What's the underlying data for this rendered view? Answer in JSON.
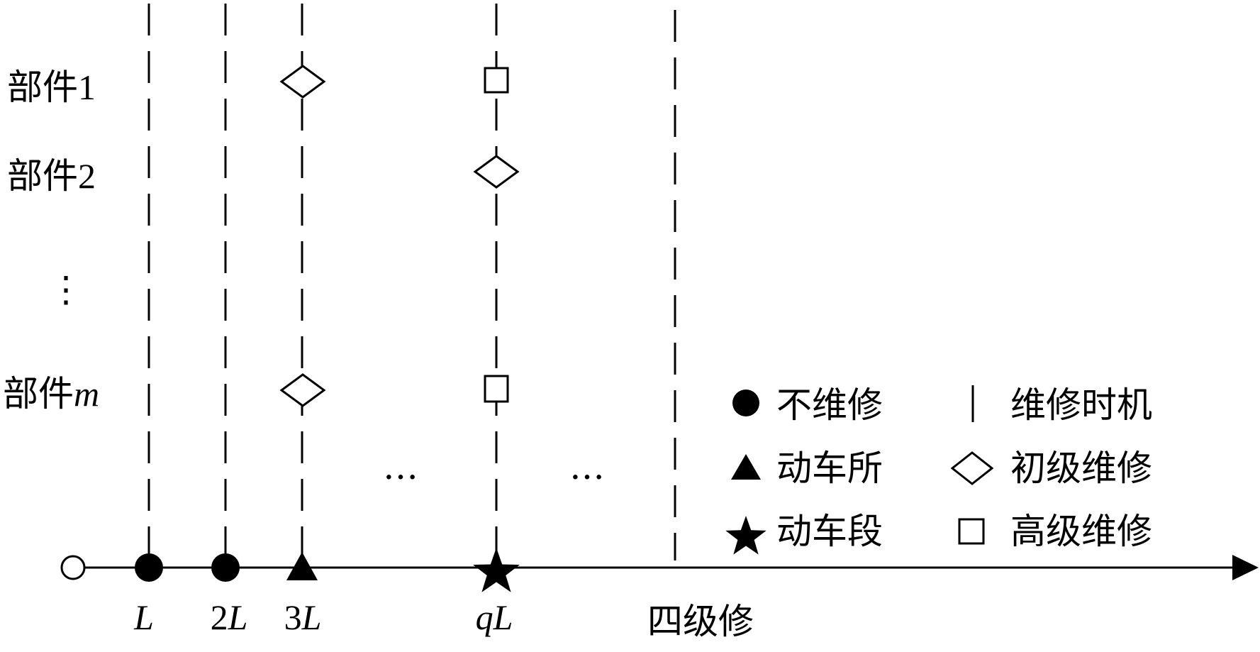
{
  "components": [
    {
      "prefix": "部件",
      "suffix": "1",
      "suffix_italic": false
    },
    {
      "prefix": "部件",
      "suffix": "2",
      "suffix_italic": false
    },
    {
      "prefix": "部件",
      "suffix": "m",
      "suffix_italic": true
    }
  ],
  "vertical_ellipsis": "⋮",
  "axis_ticks": [
    {
      "coef": "",
      "var": "L"
    },
    {
      "coef": "2",
      "var": "L"
    },
    {
      "coef": "3",
      "var": "L"
    },
    {
      "coef": "q",
      "var": "L"
    }
  ],
  "axis_end_label": "四级修",
  "gap_ellipsis": "…",
  "legend": {
    "no_repair": "不维修",
    "repair_time": "维修时机",
    "depot_station": "动车所",
    "primary_repair": "初级维修",
    "depot_section": "动车段",
    "advanced_repair": "高级维修"
  },
  "symbols": {
    "circle": "no-repair",
    "triangle": "depot-station",
    "star": "depot-section",
    "diamond": "primary-repair",
    "square": "advanced-repair"
  },
  "colors": {
    "ink": "#000000",
    "paper": "#ffffff"
  }
}
